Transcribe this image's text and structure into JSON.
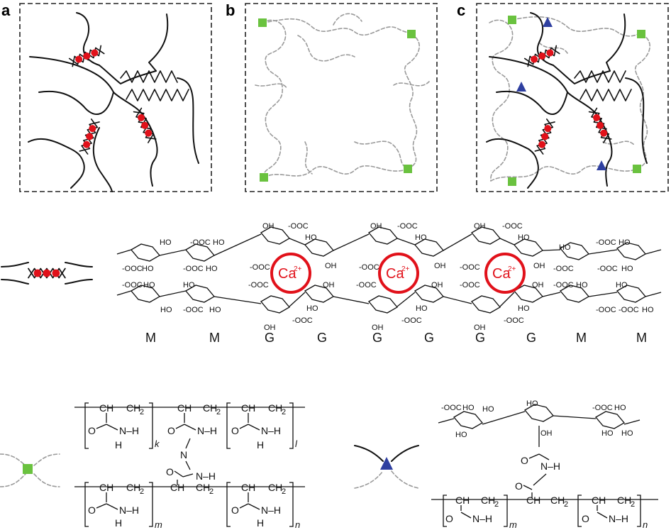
{
  "panels": {
    "a": "a",
    "b": "b",
    "c": "c"
  },
  "alginate": {
    "units": [
      "M",
      "M",
      "G",
      "G",
      "G",
      "G",
      "G",
      "G",
      "M",
      "M"
    ],
    "ion": "Ca",
    "ion_charge": "2+",
    "group_label": "-OOC",
    "hydroxyl": "HO",
    "hydroxyl_r": "OH",
    "oxygen": "O"
  },
  "polyacrylamide": {
    "backbone_ch": "CH",
    "backbone_ch2": "CH",
    "ch2_sub": "2",
    "o": "O",
    "n": "N",
    "h": "H",
    "nh": "N–H",
    "subscripts": [
      "k",
      "l",
      "m",
      "n"
    ]
  },
  "colors": {
    "ionic_crosslink": "#e1111a",
    "covalent_crosslink": "#6ac23f",
    "interpenetrating_link": "#2e3fa0",
    "polyacrylamide_chain": "#9a9a9a",
    "alginate_chain": "#111111"
  },
  "icons": [
    "zipper-crosslink-icon",
    "square-crosslink-icon",
    "triangle-crosslink-icon"
  ]
}
